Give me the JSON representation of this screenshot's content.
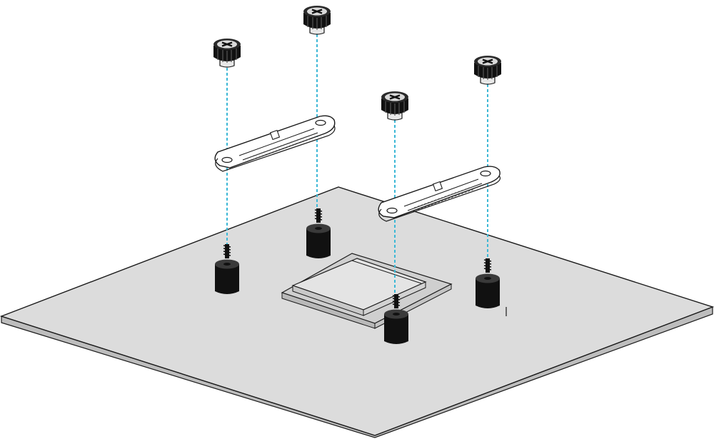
{
  "diagram": {
    "kind": "exploded-view",
    "colors": {
      "board_fill": "#dcdcdc",
      "board_edge": "#bdbdbd",
      "outline": "#1a1a1a",
      "guide_line": "#3db8d6",
      "hardware": "#111111",
      "socket_fill": "#d6d6d6",
      "chip_fill": "#e4e4e4",
      "bracket_fill": "#ffffff"
    },
    "parts": [
      {
        "id": "motherboard",
        "icon": "board-plate"
      },
      {
        "id": "cpu-socket",
        "icon": "socket-frame"
      },
      {
        "id": "cpu",
        "icon": "chip"
      },
      {
        "id": "mounting-bracket",
        "count": 2,
        "icon": "slotted-bar"
      },
      {
        "id": "standoff",
        "count": 4,
        "icon": "threaded-standoff"
      },
      {
        "id": "thumb-screw",
        "count": 4,
        "icon": "knurled-screw"
      }
    ]
  }
}
